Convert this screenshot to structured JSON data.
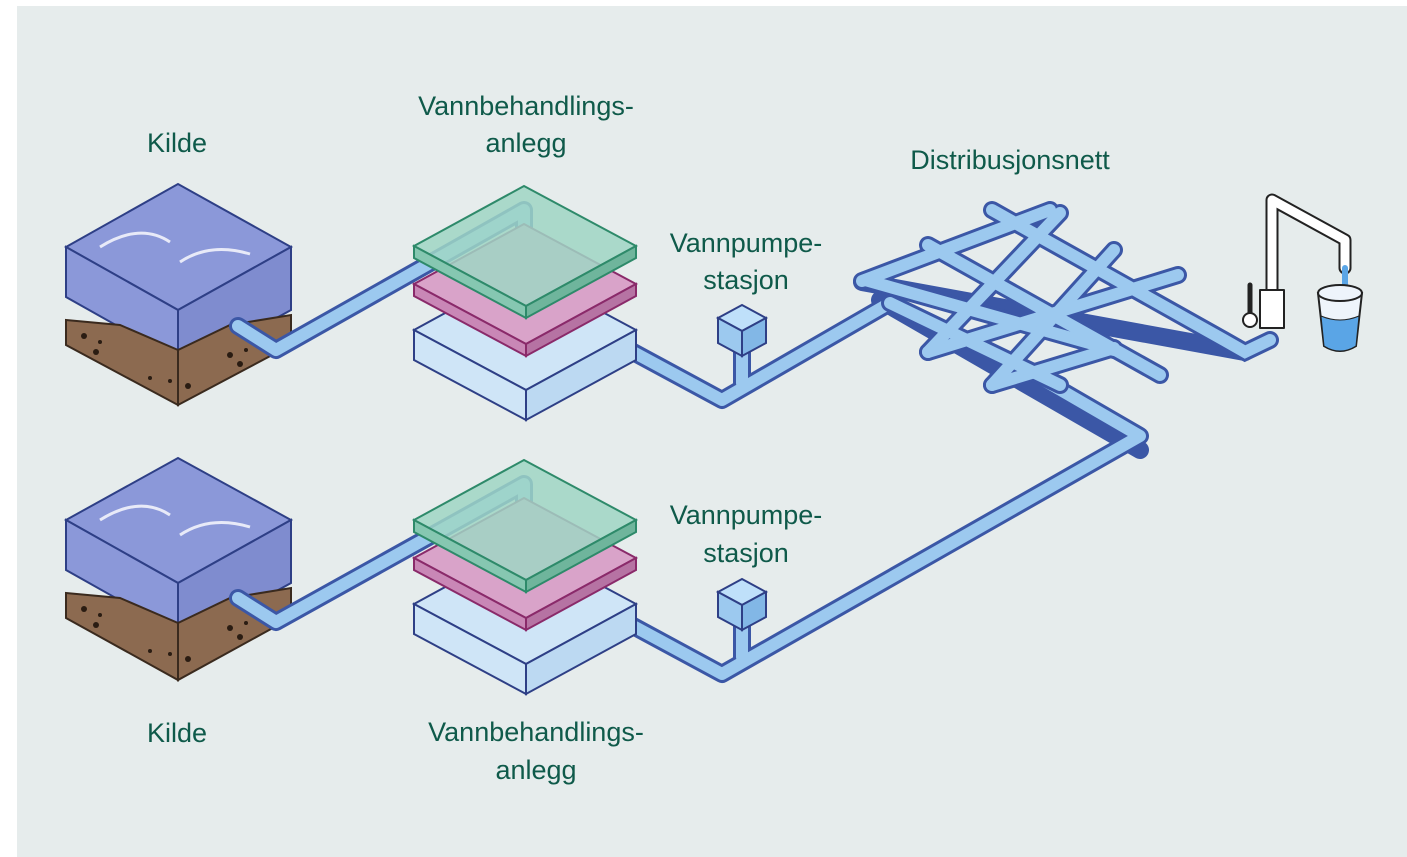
{
  "labels": {
    "source_top": "Kilde",
    "treatment_top_line1": "Vannbehandlings-",
    "treatment_top_line2": "anlegg",
    "pump_top_line1": "Vannpumpe-",
    "pump_top_line2": "stasjon",
    "network": "Distribusjonsnett",
    "pump_bottom_line1": "Vannpumpe-",
    "pump_bottom_line2": "stasjon",
    "source_bottom": "Kilde",
    "treatment_bottom_line1": "Vannbehandlings-",
    "treatment_bottom_line2": "anlegg"
  },
  "colors": {
    "background": "#e6ecec",
    "label_text": "#0f5a4a",
    "water": "#8e9ad6",
    "soil": "#8c6a50",
    "pipe_fill": "#9cc9ef",
    "pipe_outline": "#3b57a6",
    "filter_green": "#9fd6c4",
    "filter_pink": "#d9a3c9",
    "tank": "#cfe5f7"
  },
  "icons": [
    "water-source-block-icon",
    "treatment-plant-icon",
    "pump-station-icon",
    "distribution-grid-icon",
    "tap-icon",
    "glass-icon"
  ]
}
